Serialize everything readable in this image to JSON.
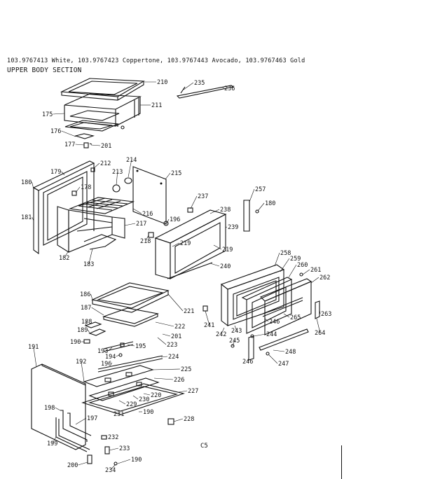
{
  "header": {
    "models": "103.9767413 White, 103.9767423 Coppertone, 103.9767443 Avocado, 103.9767463 Gold",
    "section": "UPPER BODY SECTION"
  },
  "page_code": "C5",
  "labels": [
    {
      "id": "210",
      "text": "210"
    },
    {
      "id": "211",
      "text": "211"
    },
    {
      "id": "175",
      "text": "175"
    },
    {
      "id": "176",
      "text": "176"
    },
    {
      "id": "177",
      "text": "177"
    },
    {
      "id": "201a",
      "text": "201"
    },
    {
      "id": "235",
      "text": "235"
    },
    {
      "id": "236",
      "text": "236"
    },
    {
      "id": "180a",
      "text": "180"
    },
    {
      "id": "179",
      "text": "179"
    },
    {
      "id": "212",
      "text": "212"
    },
    {
      "id": "213",
      "text": "213"
    },
    {
      "id": "214",
      "text": "214"
    },
    {
      "id": "215",
      "text": "215"
    },
    {
      "id": "178",
      "text": "178"
    },
    {
      "id": "181",
      "text": "181"
    },
    {
      "id": "216",
      "text": "216"
    },
    {
      "id": "217",
      "text": "217"
    },
    {
      "id": "182",
      "text": "182"
    },
    {
      "id": "183",
      "text": "183"
    },
    {
      "id": "257",
      "text": "257"
    },
    {
      "id": "237",
      "text": "237"
    },
    {
      "id": "238",
      "text": "238"
    },
    {
      "id": "180b",
      "text": "180"
    },
    {
      "id": "196a",
      "text": "196"
    },
    {
      "id": "239",
      "text": "239"
    },
    {
      "id": "218",
      "text": "218"
    },
    {
      "id": "219a",
      "text": "219"
    },
    {
      "id": "219b",
      "text": "219"
    },
    {
      "id": "240",
      "text": "240"
    },
    {
      "id": "258",
      "text": "258"
    },
    {
      "id": "259",
      "text": "259"
    },
    {
      "id": "260",
      "text": "260"
    },
    {
      "id": "261",
      "text": "261"
    },
    {
      "id": "262",
      "text": "262"
    },
    {
      "id": "186",
      "text": "186"
    },
    {
      "id": "187",
      "text": "187"
    },
    {
      "id": "221",
      "text": "221"
    },
    {
      "id": "188",
      "text": "188"
    },
    {
      "id": "222",
      "text": "222"
    },
    {
      "id": "189",
      "text": "189"
    },
    {
      "id": "201b",
      "text": "201"
    },
    {
      "id": "223",
      "text": "223"
    },
    {
      "id": "190a",
      "text": "190"
    },
    {
      "id": "195",
      "text": "195"
    },
    {
      "id": "193",
      "text": "193"
    },
    {
      "id": "194",
      "text": "194"
    },
    {
      "id": "224",
      "text": "224"
    },
    {
      "id": "196b",
      "text": "196"
    },
    {
      "id": "241",
      "text": "241"
    },
    {
      "id": "242",
      "text": "242"
    },
    {
      "id": "243",
      "text": "243"
    },
    {
      "id": "246a",
      "text": "246"
    },
    {
      "id": "265",
      "text": "265"
    },
    {
      "id": "263",
      "text": "263"
    },
    {
      "id": "264",
      "text": "264"
    },
    {
      "id": "244",
      "text": "244"
    },
    {
      "id": "245",
      "text": "245"
    },
    {
      "id": "248",
      "text": "248"
    },
    {
      "id": "246b",
      "text": "246"
    },
    {
      "id": "247",
      "text": "247"
    },
    {
      "id": "191",
      "text": "191"
    },
    {
      "id": "192",
      "text": "192"
    },
    {
      "id": "225",
      "text": "225"
    },
    {
      "id": "226",
      "text": "226"
    },
    {
      "id": "227",
      "text": "227"
    },
    {
      "id": "229",
      "text": "229"
    },
    {
      "id": "230",
      "text": "230"
    },
    {
      "id": "220",
      "text": "220"
    },
    {
      "id": "198",
      "text": "198"
    },
    {
      "id": "231",
      "text": "231"
    },
    {
      "id": "190b",
      "text": "190"
    },
    {
      "id": "228",
      "text": "228"
    },
    {
      "id": "197",
      "text": "197"
    },
    {
      "id": "232",
      "text": "232"
    },
    {
      "id": "199",
      "text": "199"
    },
    {
      "id": "233",
      "text": "233"
    },
    {
      "id": "200",
      "text": "200"
    },
    {
      "id": "190c",
      "text": "190"
    },
    {
      "id": "234",
      "text": "234"
    }
  ]
}
